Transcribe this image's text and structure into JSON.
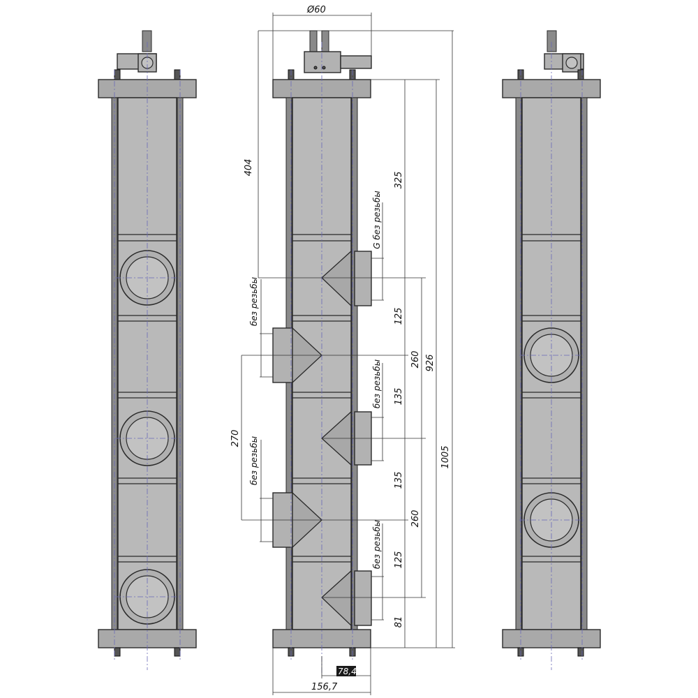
{
  "dimensions": {
    "diameter": "Ø60",
    "total_height": "1005",
    "body_height": "926",
    "top_to_first_port": "404",
    "top_section": "325",
    "seg_125_top": "125",
    "seg_260_top": "260",
    "seg_135_a": "135",
    "seg_135_b": "135",
    "seg_260_bottom": "260",
    "seg_125_bottom": "125",
    "seg_81": "81",
    "left_ports_spacing": "270",
    "width_total": "156,7",
    "width_half": "78,4"
  },
  "notes": {
    "port_right_top": "G без резьбы",
    "port_left_top": "без резьбы",
    "port_right_mid": "без резьбы",
    "port_left_bottom": "без резьбы",
    "port_right_bottom": "без резьбы"
  }
}
